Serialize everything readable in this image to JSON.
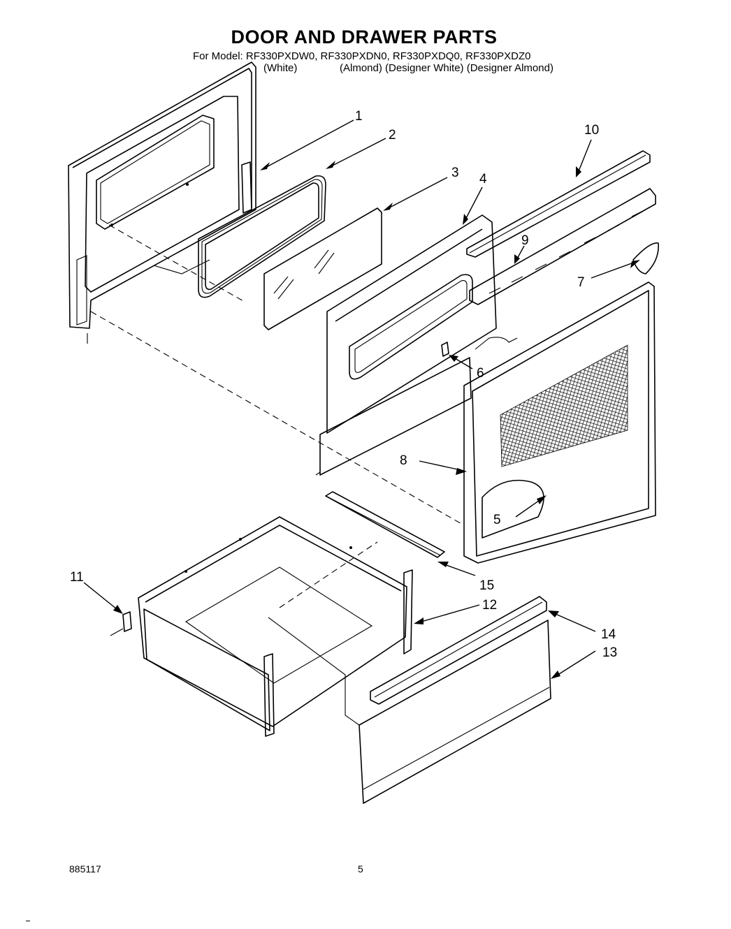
{
  "header": {
    "title": "DOOR AND DRAWER PARTS",
    "model_line": "For Model: RF330PXDW0, RF330PXDN0, RF330PXDQ0, RF330PXDZ0",
    "color_white": "(White)",
    "color_others": "(Almond) (Designer White) (Designer Almond)"
  },
  "callouts": {
    "c1": "1",
    "c2": "2",
    "c3": "3",
    "c4": "4",
    "c5": "5",
    "c6": "6",
    "c7": "7",
    "c8": "8",
    "c9": "9",
    "c10": "10",
    "c11": "11",
    "c12": "12",
    "c13": "13",
    "c14": "14",
    "c15": "15"
  },
  "footer": {
    "doc_number": "885117",
    "page_number": "5"
  }
}
